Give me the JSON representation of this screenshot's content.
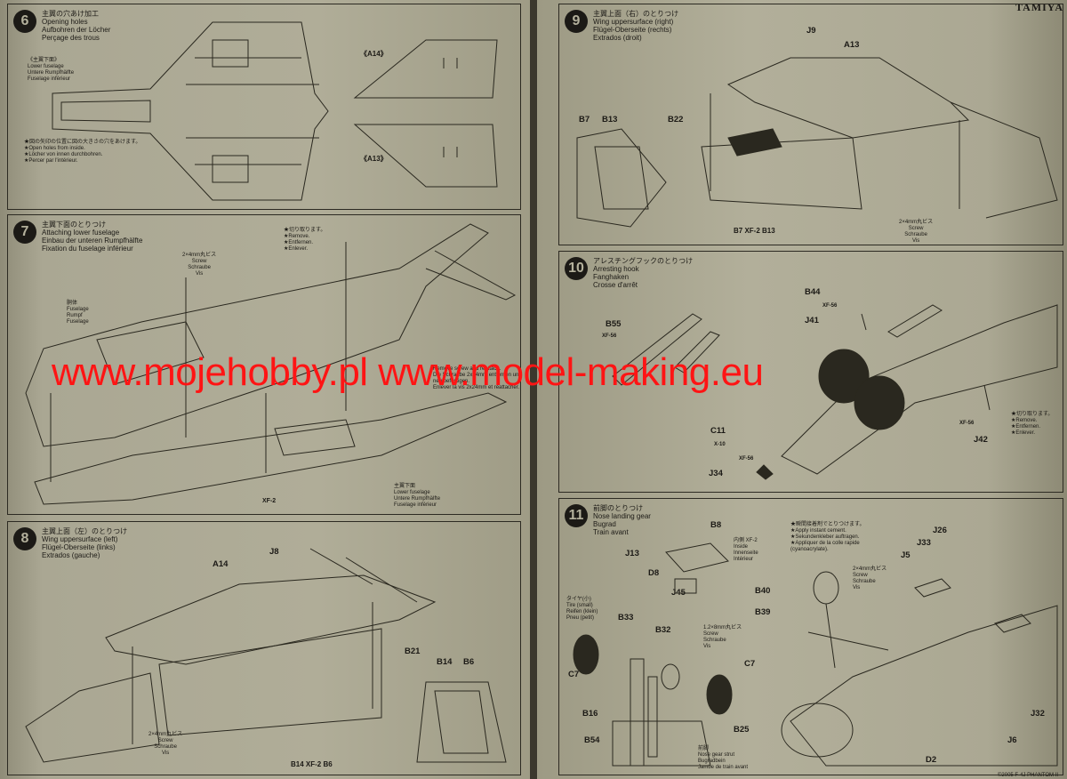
{
  "brand": "TAMIYA",
  "watermark": "www.mojehobby.pl www.model-making.eu",
  "footer": "©2005 F-4J PHANTOM II",
  "steps": {
    "s6": {
      "number": "6",
      "title": "主翼の穴あけ加工\nOpening holes\nAufbohren der Löcher\nPerçage des trous",
      "sub": "《主翼下面》\nLower fuselage\nUntere Rumpfhälfte\nFuselage inférieur",
      "note": "★図の矢印の位置に図の大きさの穴をあけます。\n★Open holes from inside.\n★Löcher von innen durchbohren.\n★Percer par l'intérieur.",
      "labels": [
        "《A14》",
        "《A13》"
      ]
    },
    "s7": {
      "number": "7",
      "title": "主翼下面のとりつけ\nAttaching lower fuselage\nEinbau der unteren Rumpfhälfte\nFixation du fuselage inférieur",
      "screw": "2×4mm丸ビス\nScrew\nSchraube\nVis",
      "cut": "★切り取ります。\n★Remove.\n★Entfernen.\n★Enlever.",
      "fuselage": "胴体\nFuselage\nRumpf\nFuselage",
      "lower": "主翼下面\nLower fuselage\nUntere Rumpfhälfte\nFuselage inférieur",
      "paint": "XF-2",
      "remove_note": "Remove screw and reattach.\nDie Schraube 2x24mm entfernen und neu befestigen.\nEnlever la vis 2x24mm et réattacher."
    },
    "s8": {
      "number": "8",
      "title": "主翼上面（左）のとりつけ\nWing uppersurface (left)\nFlügel-Oberseite (links)\nExtrados (gauche)",
      "parts": [
        "A14",
        "J8",
        "B21",
        "B14",
        "B6"
      ],
      "screw": "2×4mm丸ビス\nScrew\nSchraube\nVis",
      "bottom": "B14 XF-2 B6"
    },
    "s9": {
      "number": "9",
      "title": "主翼上面（右）のとりつけ\nWing uppersurface (right)\nFlügel-Oberseite (rechts)\nExtrados (droit)",
      "parts": [
        "J9",
        "A13",
        "B7",
        "B13",
        "B22"
      ],
      "bottom": "B7 XF-2 B13",
      "screw": "2×4mm丸ビス\nScrew\nSchraube\nVis"
    },
    "s10": {
      "number": "10",
      "title": "アレスチングフックのとりつけ\nArresting hook\nFanghaken\nCrosse d'arrêt",
      "parts": [
        "B44",
        "J41",
        "B55",
        "C11",
        "J34",
        "J42"
      ],
      "paints": [
        "XF-56",
        "XF-56",
        "X-10",
        "XF-56",
        "XF-56"
      ],
      "cut": "★切り取ります。\n★Remove.\n★Entfernen.\n★Enlever."
    },
    "s11": {
      "number": "11",
      "title": "前脚のとりつけ\nNose landing gear\nBugrad\nTrain avant",
      "parts": [
        "B8",
        "J13",
        "D8",
        "J45",
        "B33",
        "B32",
        "C7",
        "B16",
        "B54",
        "B25",
        "B40",
        "B39",
        "J5",
        "J33",
        "J26",
        "J32",
        "J6",
        "D2",
        "C7"
      ],
      "cement": "★瞬間接着剤でとりつけます。\n★Apply instant cement.\n★Sekundenkleber auftragen.\n★Appliquer de la colle rapide\n(cyanoacrylate).",
      "tire_small": "タイヤ(小)\nTire (small)\nReifen (klein)\nPneu (petit)",
      "screw": "1.2×8mm丸ビス\nScrew\nSchraube\nVis",
      "screw2": "2×4mm丸ビス\nScrew\nSchraube\nVis",
      "strut": "前脚\nNose gear strut\nBugradbein\nJambe de train avant",
      "inside": "内側 XF-2\nInside\nInnenseite\nIntérieur"
    }
  }
}
